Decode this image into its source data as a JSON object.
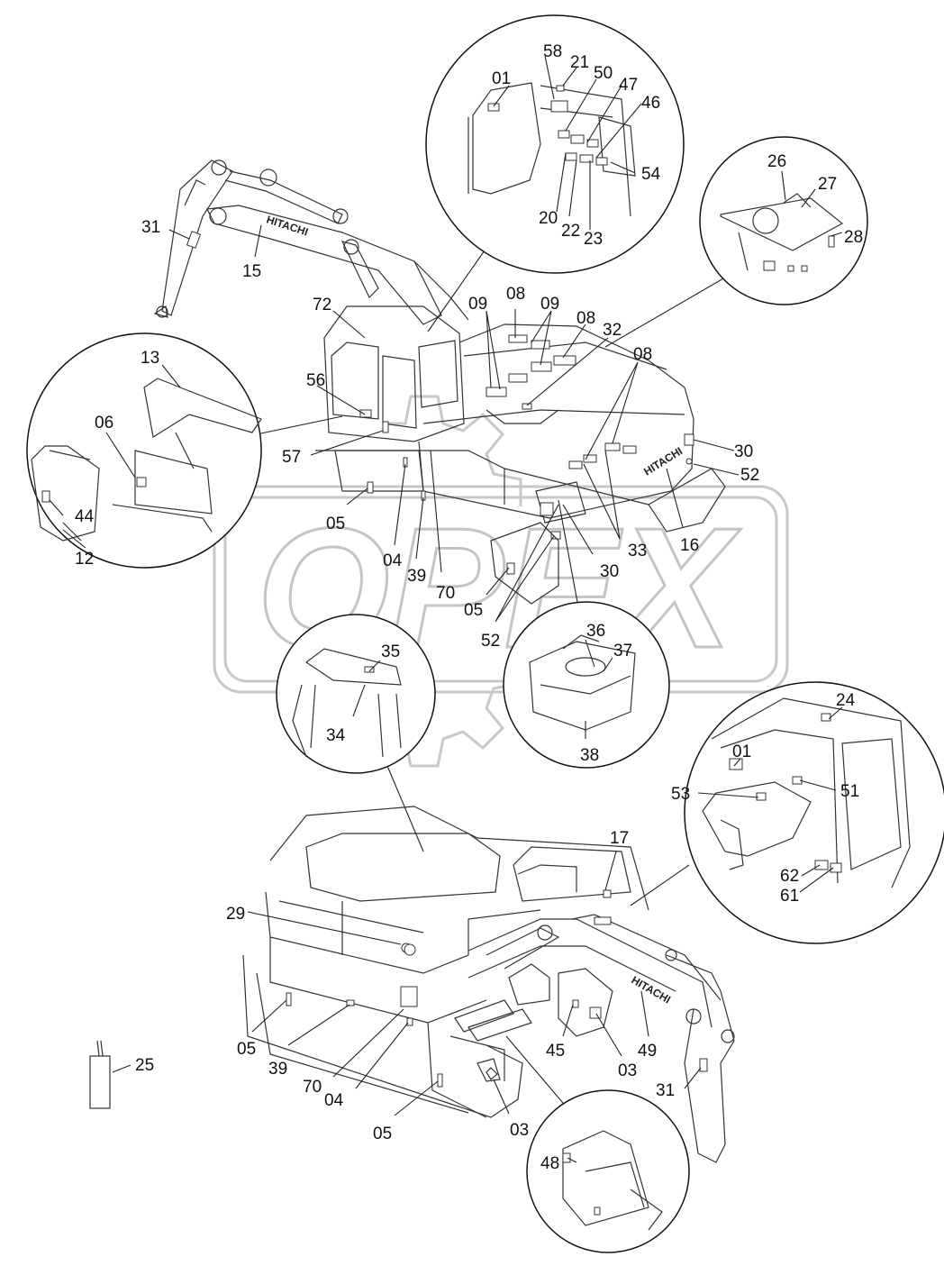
{
  "watermark": "OPEX",
  "brand_text": [
    "HITACHI",
    "HITACHI",
    "HITACHI"
  ],
  "callouts": [
    {
      "id": "c-58",
      "text": "58"
    },
    {
      "id": "c-21",
      "text": "21"
    },
    {
      "id": "c-50",
      "text": "50"
    },
    {
      "id": "c-47",
      "text": "47"
    },
    {
      "id": "c-46",
      "text": "46"
    },
    {
      "id": "c-01a",
      "text": "01"
    },
    {
      "id": "c-54",
      "text": "54"
    },
    {
      "id": "c-20",
      "text": "20"
    },
    {
      "id": "c-22",
      "text": "22"
    },
    {
      "id": "c-23",
      "text": "23"
    },
    {
      "id": "c-26",
      "text": "26"
    },
    {
      "id": "c-27",
      "text": "27"
    },
    {
      "id": "c-28",
      "text": "28"
    },
    {
      "id": "c-31a",
      "text": "31"
    },
    {
      "id": "c-15",
      "text": "15"
    },
    {
      "id": "c-72",
      "text": "72"
    },
    {
      "id": "c-09a",
      "text": "09"
    },
    {
      "id": "c-08a",
      "text": "08"
    },
    {
      "id": "c-09b",
      "text": "09"
    },
    {
      "id": "c-08b",
      "text": "08"
    },
    {
      "id": "c-32",
      "text": "32"
    },
    {
      "id": "c-08c",
      "text": "08"
    },
    {
      "id": "c-13",
      "text": "13"
    },
    {
      "id": "c-56",
      "text": "56"
    },
    {
      "id": "c-06",
      "text": "06"
    },
    {
      "id": "c-57",
      "text": "57"
    },
    {
      "id": "c-30a",
      "text": "30"
    },
    {
      "id": "c-52a",
      "text": "52"
    },
    {
      "id": "c-44",
      "text": "44"
    },
    {
      "id": "c-05a",
      "text": "05"
    },
    {
      "id": "c-16",
      "text": "16"
    },
    {
      "id": "c-33",
      "text": "33"
    },
    {
      "id": "c-12",
      "text": "12"
    },
    {
      "id": "c-04a",
      "text": "04"
    },
    {
      "id": "c-39a",
      "text": "39"
    },
    {
      "id": "c-70a",
      "text": "70"
    },
    {
      "id": "c-30b",
      "text": "30"
    },
    {
      "id": "c-05b",
      "text": "05"
    },
    {
      "id": "c-52b",
      "text": "52"
    },
    {
      "id": "c-36",
      "text": "36"
    },
    {
      "id": "c-35",
      "text": "35"
    },
    {
      "id": "c-37",
      "text": "37"
    },
    {
      "id": "c-34",
      "text": "34"
    },
    {
      "id": "c-38",
      "text": "38"
    },
    {
      "id": "c-24",
      "text": "24"
    },
    {
      "id": "c-01b",
      "text": "01"
    },
    {
      "id": "c-53",
      "text": "53"
    },
    {
      "id": "c-51",
      "text": "51"
    },
    {
      "id": "c-17",
      "text": "17"
    },
    {
      "id": "c-62",
      "text": "62"
    },
    {
      "id": "c-61",
      "text": "61"
    },
    {
      "id": "c-29",
      "text": "29"
    },
    {
      "id": "c-45",
      "text": "45"
    },
    {
      "id": "c-49",
      "text": "49"
    },
    {
      "id": "c-03a",
      "text": "03"
    },
    {
      "id": "c-05c",
      "text": "05"
    },
    {
      "id": "c-39b",
      "text": "39"
    },
    {
      "id": "c-70b",
      "text": "70"
    },
    {
      "id": "c-04b",
      "text": "04"
    },
    {
      "id": "c-25",
      "text": "25"
    },
    {
      "id": "c-31b",
      "text": "31"
    },
    {
      "id": "c-05d",
      "text": "05"
    },
    {
      "id": "c-03b",
      "text": "03"
    },
    {
      "id": "c-48",
      "text": "48"
    }
  ]
}
